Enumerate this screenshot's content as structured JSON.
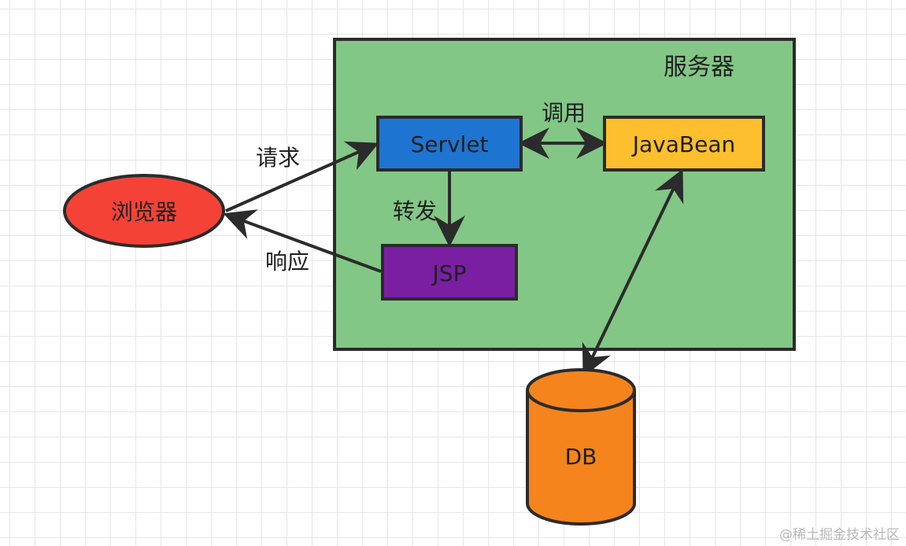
{
  "server": {
    "label": "服务器",
    "color": "#82c785"
  },
  "nodes": {
    "browser": {
      "label": "浏览器",
      "color": "#f44236"
    },
    "servlet": {
      "label": "Servlet",
      "color": "#1e74d1"
    },
    "javabean": {
      "label": "JavaBean",
      "color": "#fdbf2d"
    },
    "jsp": {
      "label": "JSP",
      "color": "#7a1fa2"
    },
    "db": {
      "label": "DB",
      "color": "#f5841c"
    }
  },
  "edges": {
    "request": {
      "label": "请求"
    },
    "response": {
      "label": "响应"
    },
    "forward": {
      "label": "转发"
    },
    "call": {
      "label": "调用"
    }
  },
  "watermark": "@稀土掘金技术社区"
}
